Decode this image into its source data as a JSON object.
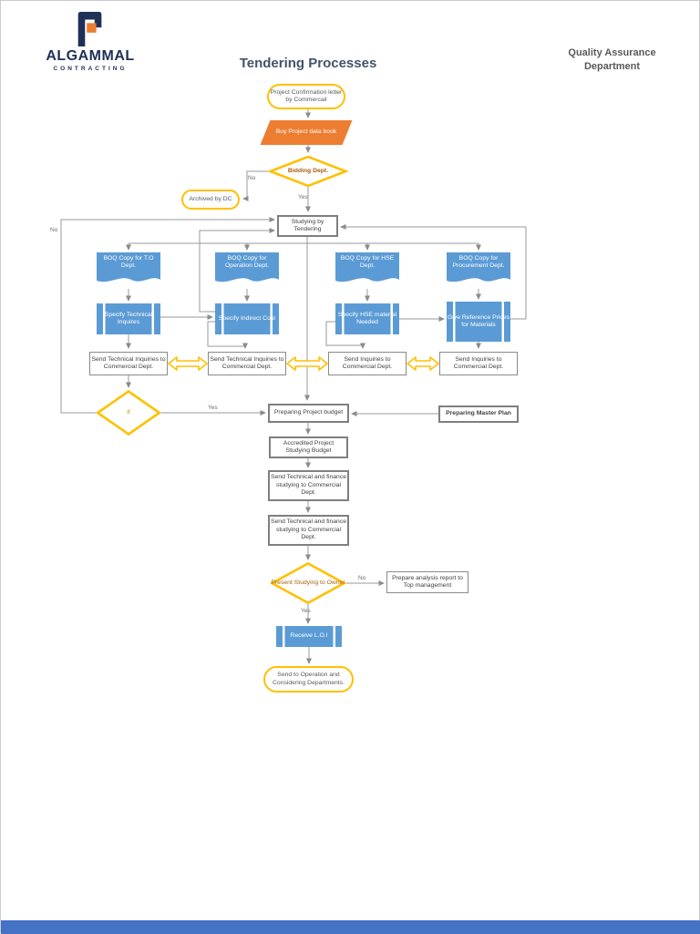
{
  "header": {
    "logo_name": "ALGAMMAL",
    "logo_sub": "CONTRACTING",
    "title": "Tendering Processes",
    "department": "Quality Assurance Department"
  },
  "flowchart": {
    "nodes": {
      "start": "Project Confirmation letter by Commercail",
      "buy_data": "Buy Project data book",
      "bidding": "Bidding Dept.",
      "archived": "Archived by DC",
      "studying": "Studying by Tendering",
      "boq": [
        "BOQ Copy for T.O Dept.",
        "BOQ Copy for Operation Dept.",
        "BOQ Copy for HSE Dept.",
        "BOQ Copy for Procurement Dept."
      ],
      "specify": [
        "Specify Technical Inquires",
        "Specify Indirect Cost",
        "Specify HSE material Needed",
        "Give Reference Prices for Materials"
      ],
      "send": [
        "Send Technical Inquiries to Commercial Dept.",
        "Send Technical Inquiries to Commercial Dept.",
        "Send Inquiries to Commercial Dept.",
        "Send Inquiries to Commercial Dept."
      ],
      "if_check": "if",
      "preparing_budget": "Preparing Project budget",
      "master_plan": "Preparing Master Plan",
      "accredited": "Accredited Project Studying Budget",
      "send_finance_1": "Send Technical and finance studying to Commercial Dept.",
      "send_finance_2": "Send Technical and finance studying to Commercial Dept.",
      "present": "Present Studying to Owner",
      "prepare_report": "Prepare analysis report to Top management",
      "receive_loi": "Receive L.O.I",
      "end": "Send to Operation and Considering Departments."
    },
    "edge_labels": {
      "bidding_no": "No",
      "bidding_yes": "Yes",
      "if_no": "No",
      "if_yes": "Yes",
      "present_no": "No",
      "present_yes": "Yes"
    },
    "colors": {
      "process_blue": "#5B9BD5",
      "accent_orange": "#ED7D31",
      "accent_gold": "#FFC000",
      "connector_gray": "#8c8c8c"
    }
  }
}
